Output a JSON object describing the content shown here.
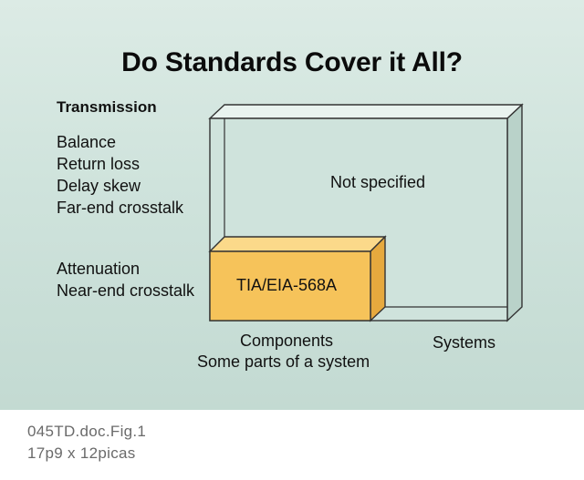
{
  "title": "Do Standards Cover it All?",
  "left_labels": {
    "heading": "Transmission",
    "group1": [
      "Balance",
      "Return loss",
      "Delay skew",
      "Far-end crosstalk"
    ],
    "group2": [
      "Attenuation",
      "Near-end crosstalk"
    ]
  },
  "diagram": {
    "outer_label": "Not specified",
    "inner_label": "TIA/EIA-568A",
    "axis_components": [
      "Components",
      "Some parts of a system"
    ],
    "axis_systems": "Systems"
  },
  "footer": {
    "line1": "045TD.doc.Fig.1",
    "line2": "17p9 x 12picas"
  },
  "colors": {
    "background": "#cfe3dc",
    "inner_box": "#f6c35a",
    "outer_box_face": "#cfe3dc"
  }
}
